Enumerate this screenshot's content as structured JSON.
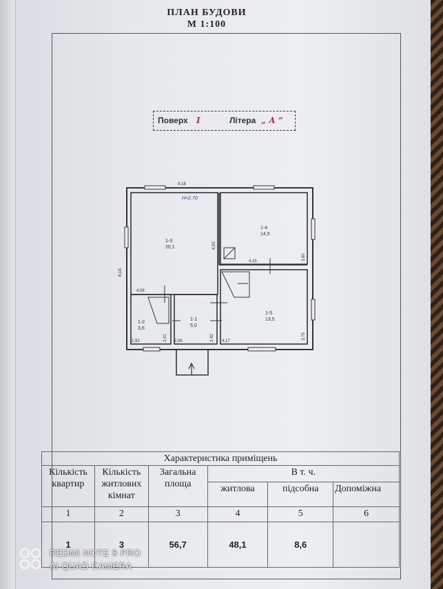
{
  "document": {
    "title": "ПЛАН БУДОВИ",
    "scale": "М 1:100",
    "stamp": {
      "floor_label": "Поверх",
      "floor_value": "I",
      "letter_label": "Літера",
      "letter_value": "„ А “"
    }
  },
  "plan": {
    "height_note": "H=2.70",
    "dimensions": [
      "9,18",
      "8,16",
      "4,93",
      "4,08",
      "4,15",
      "3,60",
      "3,75",
      "4,17",
      "2,42",
      "2,06",
      "2,41",
      "1,92"
    ],
    "rooms": [
      {
        "id": "1-3",
        "area": "20,1"
      },
      {
        "id": "1-4",
        "area": "14,5"
      },
      {
        "id": "1-2",
        "area": "3,6"
      },
      {
        "id": "1-1",
        "area": "5,0"
      },
      {
        "id": "1-5",
        "area": "13,5"
      }
    ]
  },
  "table": {
    "caption": "Характеристика приміщень",
    "headers": {
      "apartments": "Кількість квартир",
      "living_rooms": "Кількість житлових кімнат",
      "total_area": "Загальна площа",
      "including": "В т. ч.",
      "living": "житлова",
      "utility": "підсобна",
      "auxiliary": "Допоміжна"
    },
    "column_numbers": [
      "1",
      "2",
      "3",
      "4",
      "5",
      "6"
    ],
    "values": [
      "1",
      "3",
      "56,7",
      "48,1",
      "8,6",
      ""
    ]
  },
  "watermark": {
    "line1": "REDMI NOTE 8 PRO",
    "line2": "AI QUAD CAMERA"
  }
}
